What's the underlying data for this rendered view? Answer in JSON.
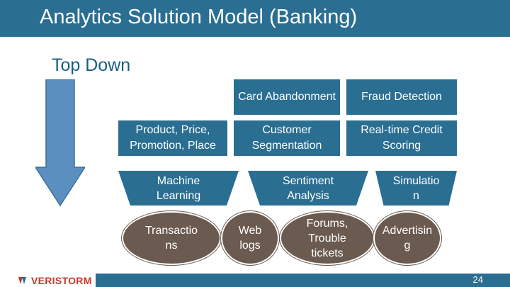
{
  "header": {
    "title": "Analytics Solution Model (Banking)"
  },
  "subtitle": "Top Down",
  "top_boxes": {
    "card_abandonment": "Card Abandonment",
    "fraud_detection": "Fraud Detection",
    "product_price": "Product, Price, Promotion, Place",
    "customer_segmentation": "Customer Segmentation",
    "realtime_credit": "Real-time Credit Scoring"
  },
  "methods": {
    "machine_learning": "Machine Learning",
    "sentiment_analysis": "Sentiment Analysis",
    "simulation": "Simulatio n"
  },
  "sources": {
    "transactions": "Transactio ns",
    "web_logs": "Web logs",
    "forums": "Forums, Trouble tickets",
    "advertising": "Advertisin g"
  },
  "footer": {
    "logo_text": "VERISTORM",
    "page_number": "24"
  },
  "colors": {
    "primary_blue": "#2a6e92",
    "oval_brown": "#6b5a4f",
    "logo_red": "#c23a2b",
    "arrow_blue": "#5b8fbf"
  }
}
